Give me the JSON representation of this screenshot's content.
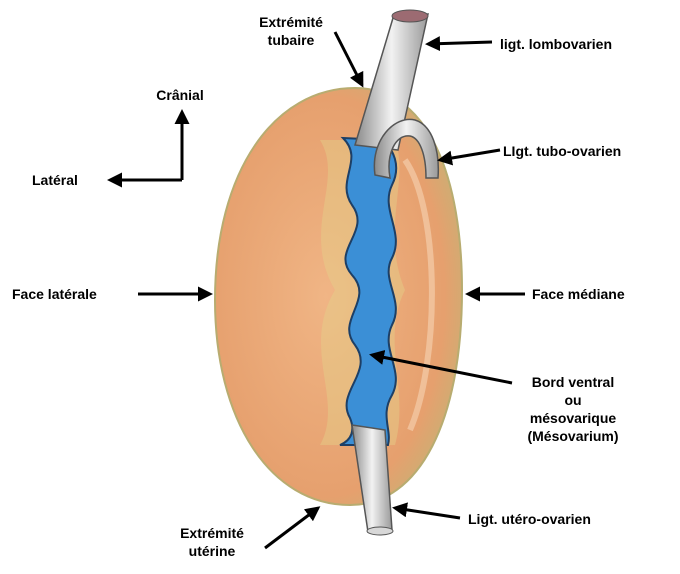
{
  "labels": {
    "extremite_tubaire": [
      "Extrémité",
      "tubaire"
    ],
    "ligt_lombovarien": "ligt. lombovarien",
    "cranial": "Crânial",
    "lateral": "Latéral",
    "ligt_tubo_ovarien": "LIgt. tubo-ovarien",
    "face_laterale": "Face latérale",
    "face_mediane": "Face médiane",
    "bord_ventral": [
      "Bord ventral",
      "ou",
      "mésovarique",
      "(Mésovarium)"
    ],
    "ligt_utero_ovarien": "Ligt. utéro-ovarien",
    "extremite_uterine": [
      "Extrémité",
      "utérine"
    ]
  },
  "colors": {
    "ovary_fill": "#e8a77a",
    "ovary_rim": "#c9bd7a",
    "mesovarium": "#3b8fd6",
    "ligament": "#d9d9d9",
    "arrow": "#000000"
  }
}
